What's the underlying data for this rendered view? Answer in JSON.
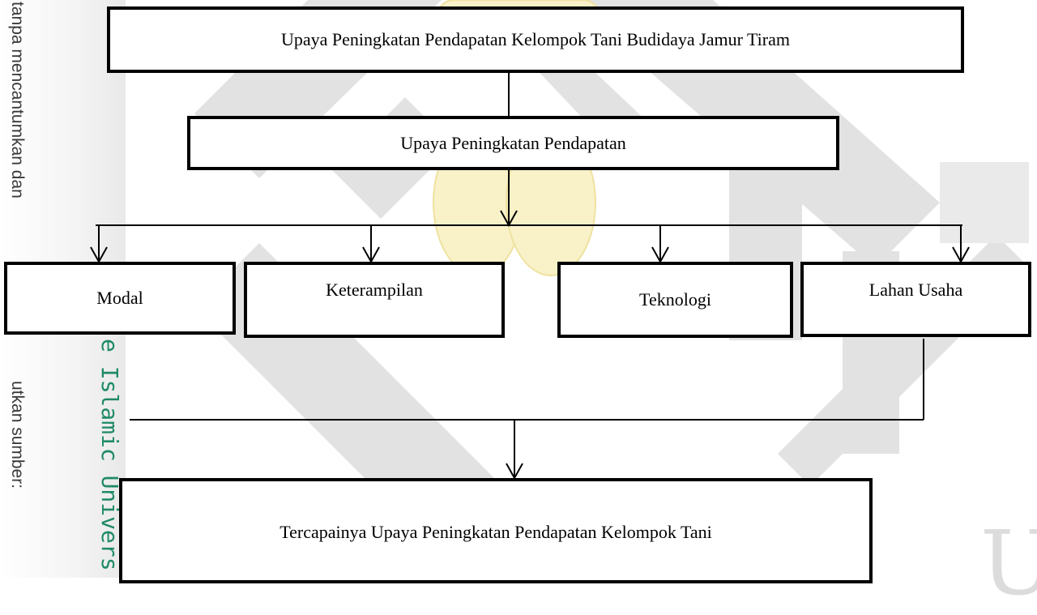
{
  "watermark": {
    "side_line_1": "tanpa mencantumkan dan",
    "side_line_2": "utkan sumber:",
    "side_green": "e Islamic Univers",
    "corner_mark": "U",
    "colors": {
      "watermark_gray": "#dcdcdc",
      "watermark_yellow": "#f7eec0",
      "green": "#1f8a66"
    }
  },
  "diagram": {
    "root": "Upaya Peningkatan Pendapatan Kelompok Tani Budidaya Jamur Tiram",
    "sub": "Upaya Peningkatan Pendapatan",
    "factors": [
      "Modal",
      "Keterampilan",
      "Teknologi",
      "Lahan Usaha"
    ],
    "result": "Tercapainya Upaya Peningkatan Pendapatan Kelompok Tani"
  }
}
